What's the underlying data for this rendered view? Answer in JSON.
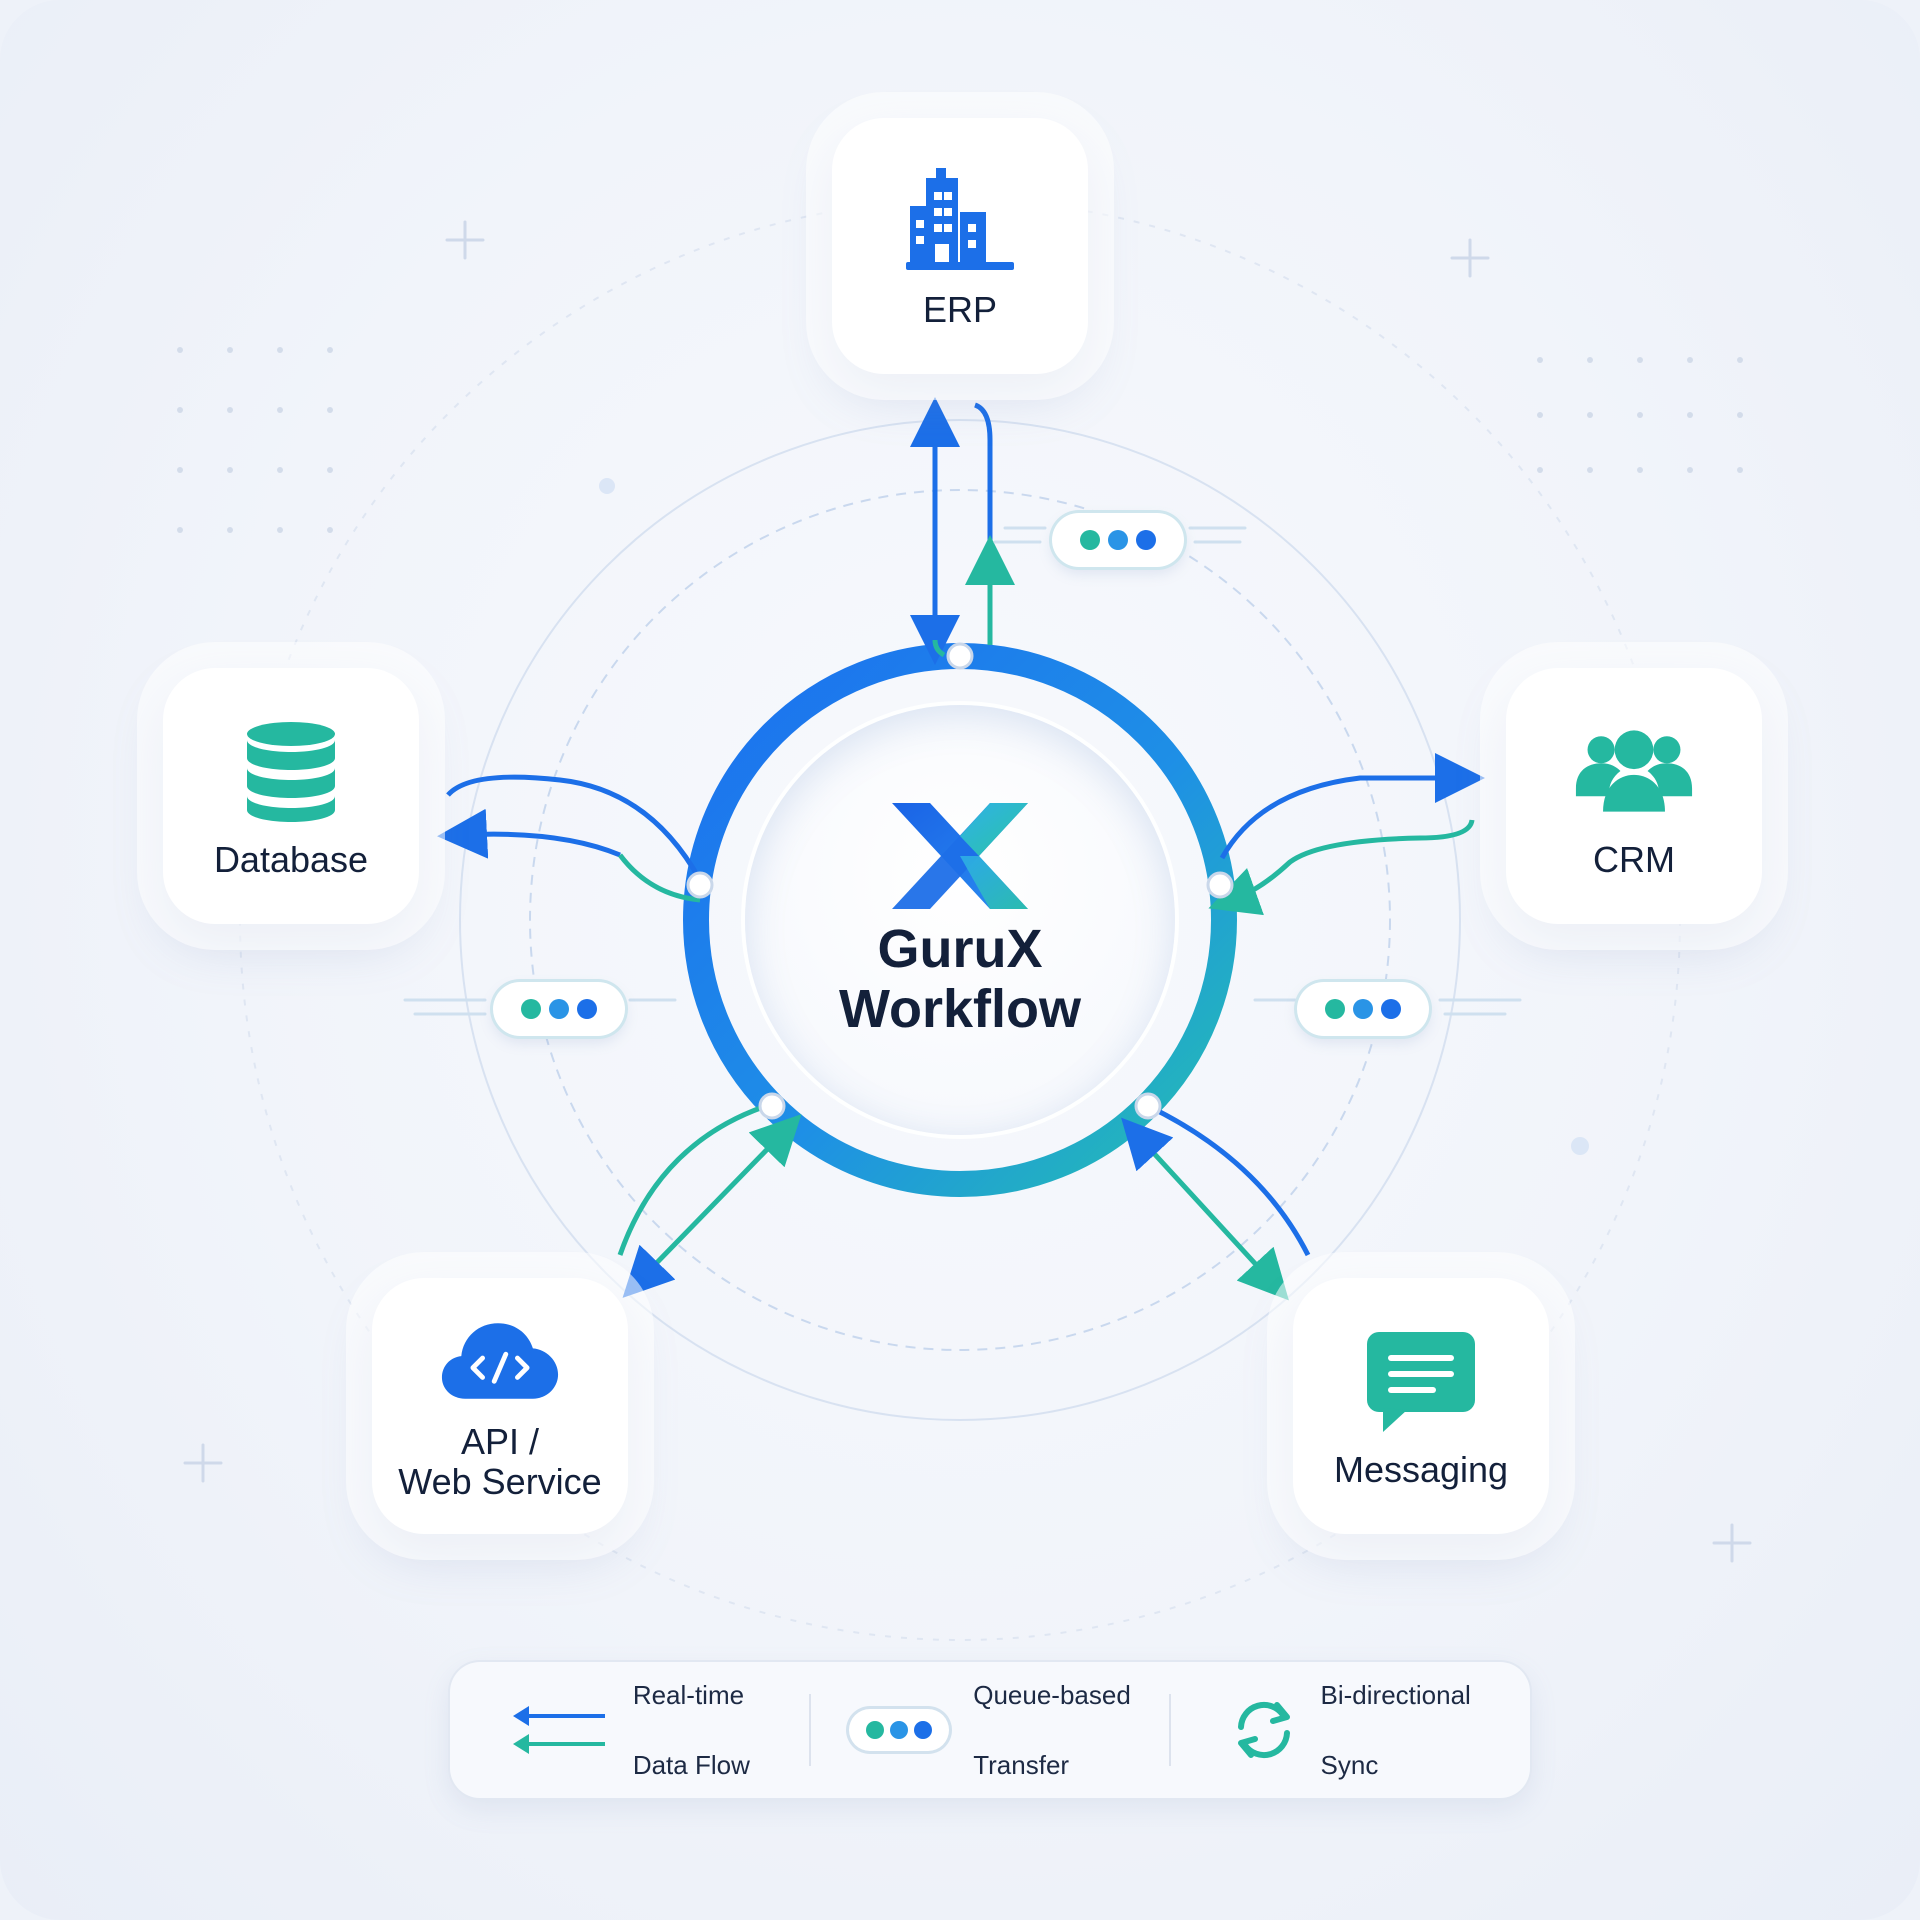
{
  "hub": {
    "title": "GuruX\nWorkflow",
    "title_line1": "GuruX",
    "title_line2": "Workflow"
  },
  "nodes": {
    "erp": {
      "label": "ERP",
      "icon": "building-icon"
    },
    "database": {
      "label": "Database",
      "icon": "database-icon"
    },
    "crm": {
      "label": "CRM",
      "icon": "users-icon"
    },
    "api": {
      "label_line1": "API /",
      "label_line2": "Web Service",
      "icon": "cloud-code-icon"
    },
    "messaging": {
      "label": "Messaging",
      "icon": "chat-icon"
    }
  },
  "legend": {
    "realtime": {
      "line1": "Real-time",
      "line2": "Data Flow",
      "icon": "arrows-icon"
    },
    "queue": {
      "line1": "Queue-based",
      "line2": "Transfer",
      "icon": "queue-pill-icon"
    },
    "sync": {
      "line1": "Bi-directional",
      "line2": "Sync",
      "icon": "sync-icon"
    }
  },
  "colors": {
    "blue": "#1c6fe8",
    "teal": "#25b8a0",
    "navy": "#13203a"
  }
}
